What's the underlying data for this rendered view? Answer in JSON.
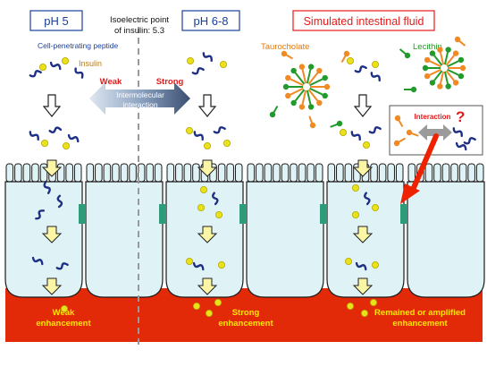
{
  "labels": {
    "ph5": "pH 5",
    "ph68": "pH 6-8",
    "sif": "Simulated intestinal fluid",
    "isoelectric_line1": "Isoelectric point",
    "isoelectric_line2": "of insulin: 5.3",
    "cpp": "Cell-penetrating peptide",
    "insulin": "Insulin",
    "weak": "Weak",
    "strong": "Strong",
    "intermolecular_line1": "Intermolecular",
    "intermolecular_line2": "interaction",
    "taurocholate": "Taurocholate",
    "lecithin": "Lecithin",
    "interaction": "Interaction",
    "question_mark": "?",
    "result1_line1": "Weak",
    "result1_line2": "enhancement",
    "result2_line1": "Strong",
    "result2_line2": "enhancement",
    "result3_line1": "Remained or amplified",
    "result3_line2": "enhancement"
  },
  "colors": {
    "cell_fill": "#dff3f6",
    "cell_stroke": "#1a1a1a",
    "junction": "#2e9b79",
    "blood": "#e32a08",
    "insulin": "#e9e21a",
    "insulin_stroke": "#b9a800",
    "peptide": "#1e2f86",
    "taurocholate": "#f08a24",
    "lecithin": "#229a2c",
    "label_blue": "#1a3f9c",
    "label_red": "#e21b1b",
    "arrow_yellow": "#fbf5a6",
    "result_text": "#ffe600",
    "interaction_arrow": "#9b9b9b",
    "big_red_arrow": "#ee2200"
  }
}
